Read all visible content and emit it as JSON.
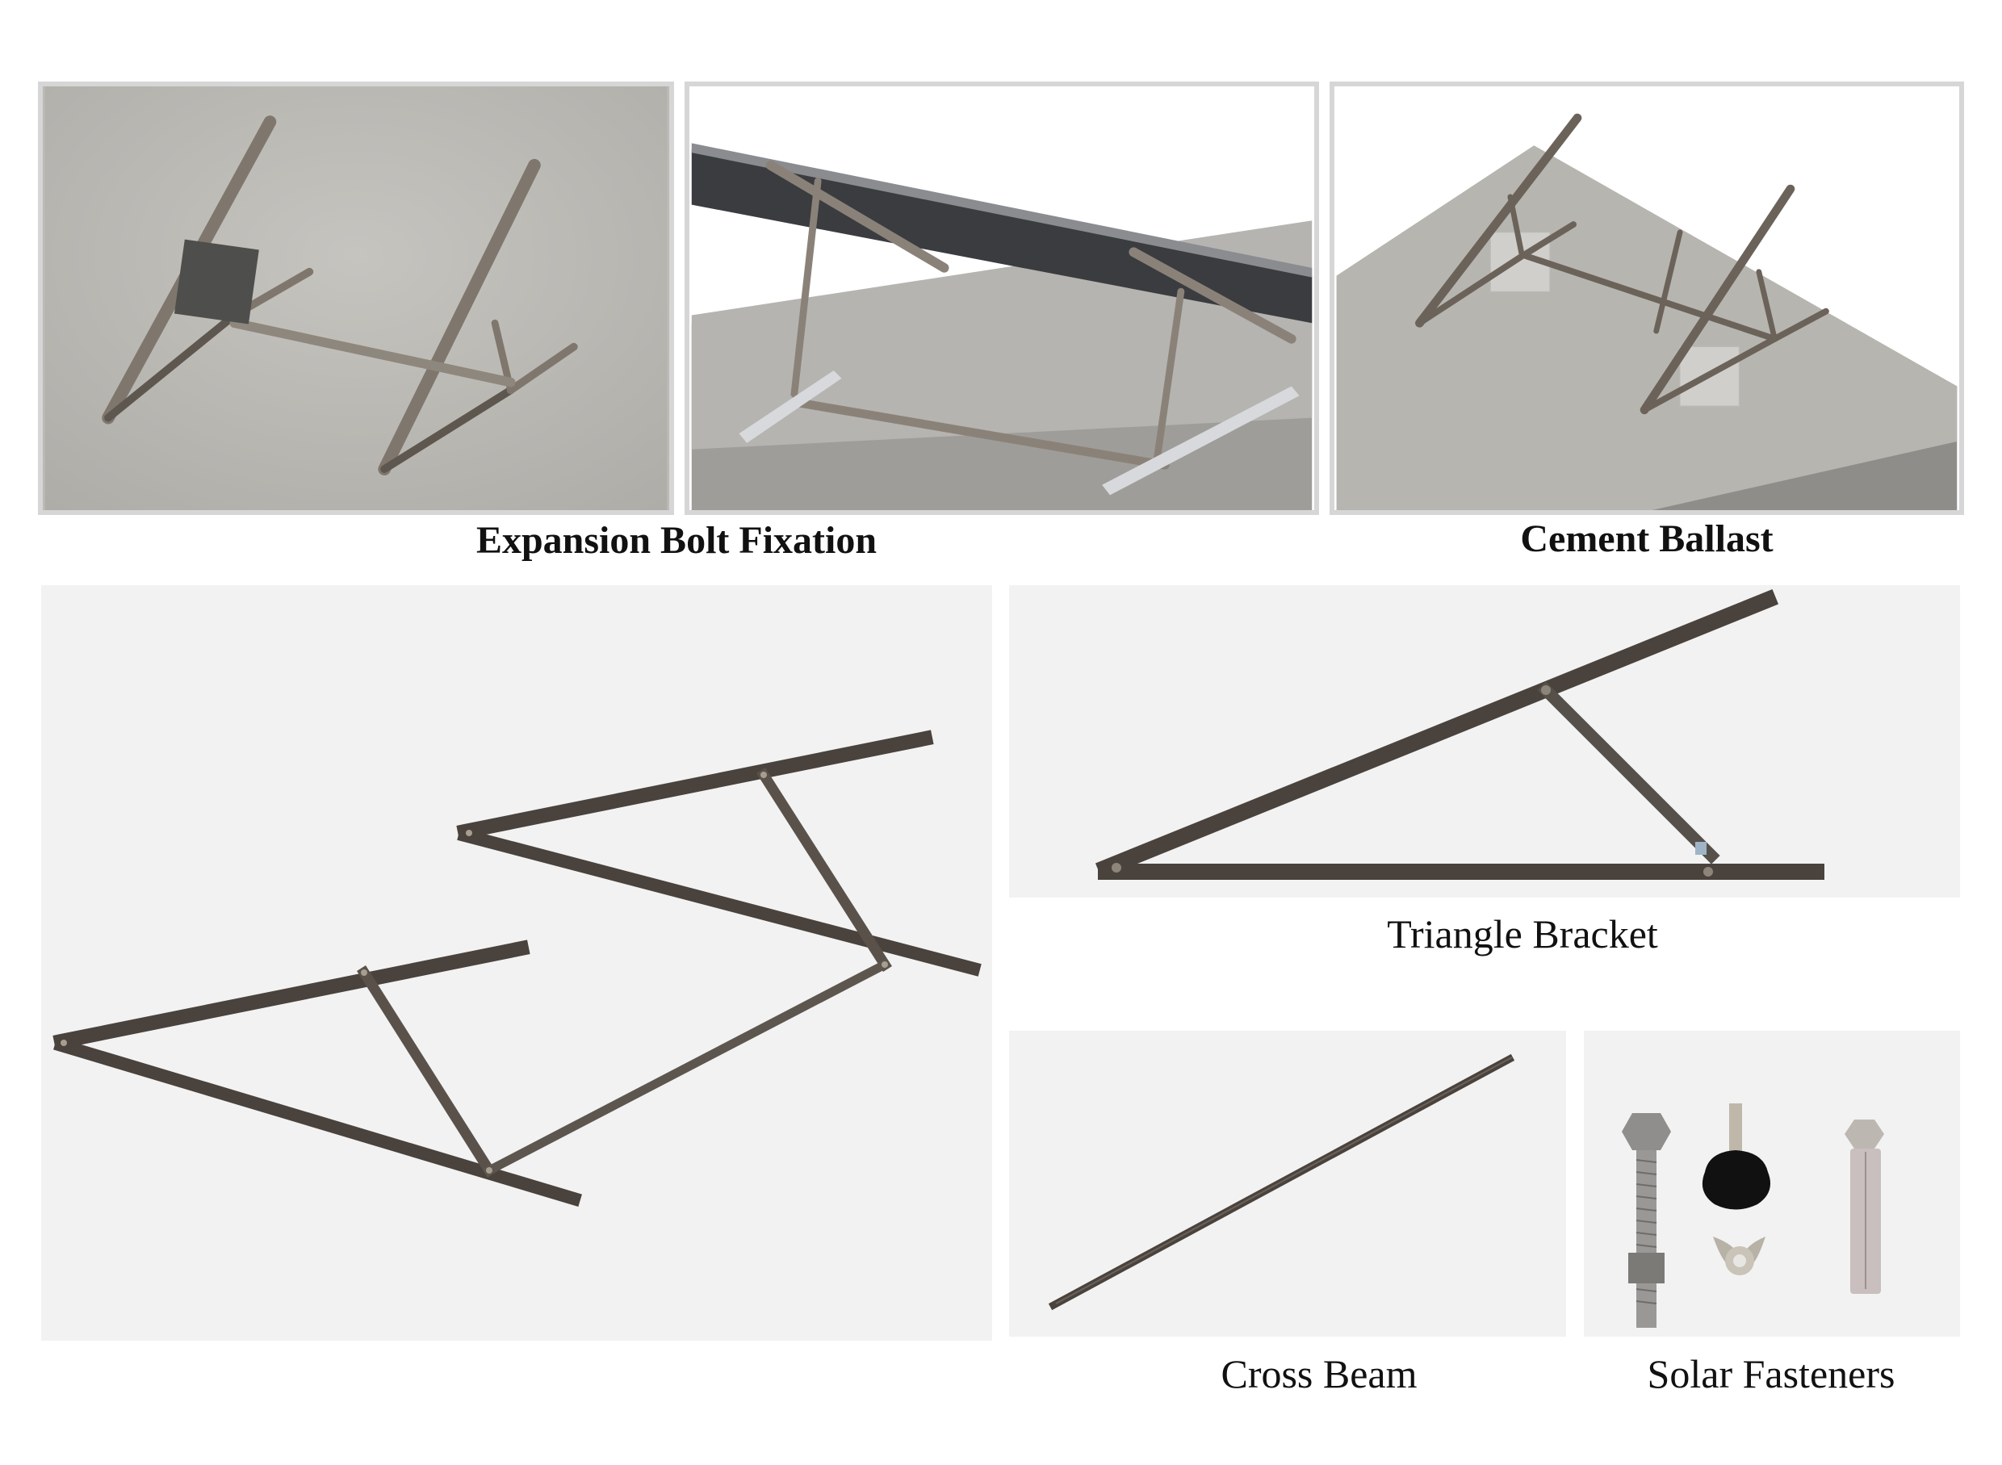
{
  "top_row": {
    "panels": [
      {
        "id": "expansion-bolt-photo-1",
        "description": "Bracket with microinverter on concrete floor"
      },
      {
        "id": "expansion-bolt-photo-2",
        "description": "Bracket supporting solar panel on concrete slab"
      },
      {
        "id": "cement-ballast-photo",
        "description": "Bracket with cement ballast blocks on concrete slab"
      }
    ],
    "captions": {
      "expansion_bolt": "Expansion Bolt Fixation",
      "cement_ballast": "Cement Ballast"
    }
  },
  "components": {
    "assembly": {
      "description": "Full assembled bracket set: two triangle brackets joined by cross beam"
    },
    "triangle_bracket": {
      "label": "Triangle Bracket"
    },
    "cross_beam": {
      "label": "Cross Beam"
    },
    "solar_fasteners": {
      "label": "Solar Fasteners",
      "items": [
        "hex bolt with nut",
        "star knob screw",
        "wing nut",
        "expansion anchor bolt"
      ]
    }
  },
  "colors": {
    "frame_dark": "#4a423c",
    "frame_light": "#8a8278",
    "concrete": "#b8b6b1",
    "panel_bg": "#f2f2f2",
    "border": "#d6d6d6"
  }
}
